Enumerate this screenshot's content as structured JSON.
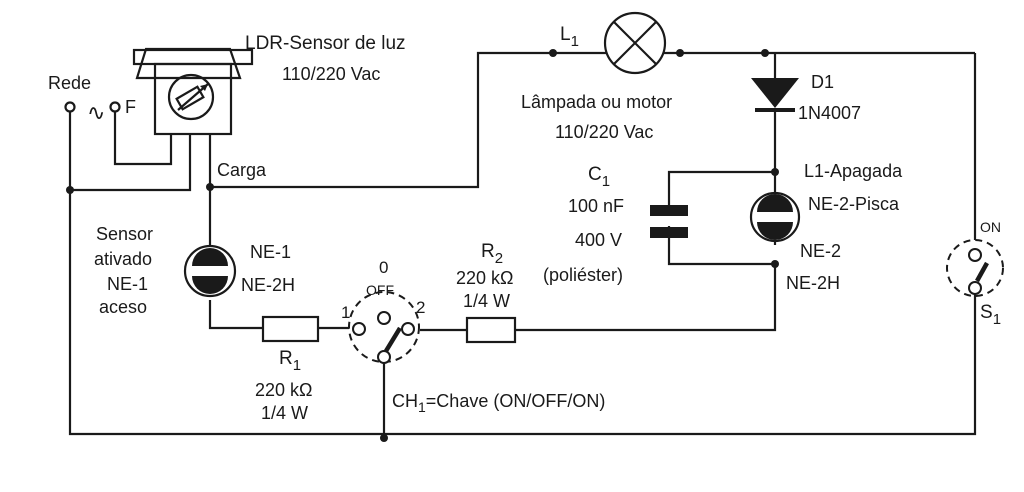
{
  "diagram": {
    "type": "circuit-schematic",
    "labels": {
      "ldr_title": "LDR-Sensor de luz",
      "ldr_voltage": "110/220 Vac",
      "rede": "Rede",
      "f": "F",
      "ac_symbol": "∿",
      "carga": "Carga",
      "l1": "L",
      "l1_sub": "1",
      "lamp_desc": "Lâmpada ou motor",
      "lamp_voltage": "110/220 Vac",
      "d1": "D1",
      "d1_part": "1N4007",
      "c1": "C",
      "c1_sub": "1",
      "c1_value": "100 nF",
      "c1_voltage": "400 V",
      "c1_type": "(poliéster)",
      "l1_off": "L1-Apagada",
      "ne2_blink": "NE-2-Pisca",
      "ne2": "NE-2",
      "ne2_part": "NE-2H",
      "sensor_line1": "Sensor",
      "sensor_line2": "ativado",
      "sensor_line3": "NE-1",
      "sensor_line4": "aceso",
      "ne1": "NE-1",
      "ne1_part": "NE-2H",
      "r1": "R",
      "r1_sub": "1",
      "r1_value": "220 kΩ",
      "r1_power": "1/4 W",
      "r2": "R",
      "r2_sub": "2",
      "r2_value": "220 kΩ",
      "r2_power": "1/4 W",
      "ch_zero": "0",
      "ch_off": "OFF",
      "ch_pos1": "1",
      "ch_pos2": "2",
      "ch1": "CH",
      "ch1_sub": "1",
      "ch1_desc": "=Chave (ON/OFF/ON)",
      "s1_on": "ON",
      "s1": "S",
      "s1_sub": "1"
    }
  }
}
